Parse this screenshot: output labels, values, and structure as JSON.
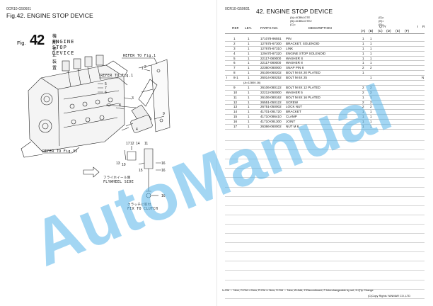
{
  "left": {
    "code": "0CR10-G50601",
    "title": "Fig.42.  ENGINE STOP DEVICE",
    "fig_prefix": "Fig.",
    "fig_number": "42",
    "fig_title_jp": "機関停止装置",
    "fig_title_en": "ENGINE STOP DEVICE",
    "callouts": {
      "refer_top": "REFER TO Fig.1",
      "refer_mid": "REFER TO Fig.1",
      "refer_bottom": "REFER TO Fig.32",
      "flywheel_jp": "フライホイール側",
      "flywheel_en": "FLYWHEEL SIDE",
      "clutch_jp": "クラッチに取付",
      "clutch_en": "FIX TO CLUTCH"
    },
    "part_numbers": [
      "1",
      "2",
      "3",
      "4",
      "5",
      "6",
      "7",
      "8",
      "9",
      "10",
      "11",
      "12",
      "13",
      "14",
      "15",
      "16",
      "17"
    ]
  },
  "right": {
    "code": "0CR10-G50601",
    "title": "42.  ENGINE STOP DEVICE",
    "variants_left": [
      "(A)=4CBM-GTE",
      "(B)=4CBM-GTE2",
      "(C)="
    ],
    "variants_right": [
      "(D)=",
      "(E)=",
      "(F)="
    ],
    "headers": {
      "ref": "REF.",
      "lev": "LEV.",
      "parts": "PARTS NO.",
      "desc": "DESCRIPTION",
      "qty": "QTY",
      "i": "I",
      "r": "R"
    },
    "qty_cols": [
      "(A)",
      "(B)",
      "(C)",
      "(D)",
      "(E)",
      "(F)"
    ],
    "rows": [
      {
        "i": "",
        "ref": "1",
        "lev": "1",
        "part": "171078-96551",
        "desc": "PIN",
        "a": "1",
        "b": "1",
        "r": ""
      },
      {
        "i": "",
        "ref": "2",
        "lev": "1",
        "part": "127675-67300",
        "desc": "BRACKET, SOLENOID",
        "a": "1",
        "b": "1",
        "r": ""
      },
      {
        "i": "",
        "ref": "3",
        "lev": "1",
        "part": "127675-67310",
        "desc": "LINK",
        "a": "1",
        "b": "1",
        "r": ""
      },
      {
        "i": "",
        "ref": "4",
        "lev": "1",
        "part": "129470-87320",
        "desc": "ENGINE STOP SOLENOID",
        "a": "1",
        "b": "1",
        "r": ""
      },
      {
        "i": "",
        "ref": "5",
        "lev": "1",
        "part": "22117-080000",
        "desc": "WASHER S",
        "a": "1",
        "b": "1",
        "r": ""
      },
      {
        "i": "",
        "ref": "6",
        "lev": "1",
        "part": "22117-080000",
        "desc": "WASHER 8",
        "a": "1",
        "b": "1",
        "r": ""
      },
      {
        "i": "",
        "ref": "7",
        "lev": "1",
        "part": "22360-080000",
        "desc": "SNAP PIN 8",
        "a": "2",
        "b": "2",
        "r": ""
      },
      {
        "i": "",
        "ref": "8",
        "lev": "1",
        "part": "26106-060202",
        "desc": "BOLT M 6X 20 PLATED",
        "a": "1",
        "b": "",
        "r": ""
      },
      {
        "i": "I",
        "ref": "8-1",
        "lev": "1",
        "part": "26014-060252",
        "desc": "BOLT M 6X 25",
        "a": "",
        "b": "1",
        "r": "N"
      },
      {
        "note": "(A=12800.16)"
      },
      {
        "i": "",
        "ref": "9",
        "lev": "1",
        "part": "26106-080122",
        "desc": "BOLT M 8X 12 PLATED",
        "a": "2",
        "b": "2",
        "r": ""
      },
      {
        "i": "",
        "ref": "10",
        "lev": "1",
        "part": "22212-050000",
        "desc": "WASHER 5",
        "a": "2",
        "b": "2",
        "r": ""
      },
      {
        "i": "",
        "ref": "11",
        "lev": "1",
        "part": "26106-080162",
        "desc": "BOLT M 8X 16 PLATED",
        "a": "1",
        "b": "1",
        "r": ""
      },
      {
        "i": "",
        "ref": "12",
        "lev": "1",
        "part": "26551-050122",
        "desc": "SCREW",
        "a": "2",
        "b": "2",
        "r": ""
      },
      {
        "i": "",
        "ref": "13",
        "lev": "1",
        "part": "26751-050002",
        "desc": "LOCK NUT",
        "a": "2",
        "b": "2",
        "r": ""
      },
      {
        "i": "",
        "ref": "14",
        "lev": "1",
        "part": "41701-091720",
        "desc": "BRACKET",
        "a": "1",
        "b": "1",
        "r": ""
      },
      {
        "i": "",
        "ref": "15",
        "lev": "1",
        "part": "41710-086410",
        "desc": "CLAMP",
        "a": "1",
        "b": "1",
        "r": ""
      },
      {
        "i": "",
        "ref": "16",
        "lev": "1",
        "part": "41710-091300",
        "desc": "JOINT",
        "a": "1",
        "b": "1",
        "r": ""
      },
      {
        "i": "",
        "ref": "17",
        "lev": "1",
        "part": "26366-060002",
        "desc": "NUT M 6",
        "a": "1",
        "b": "1",
        "r": ""
      }
    ],
    "footer_legend": "N:Old ⇔ New, O:Old ⇒ New, R:Old ⇐ New, S:Old ⇔ New, W:Add, Z:Discontinued, F:Interchangeable by set, K:Q'ty Change",
    "footer_copy": "(C)Copy Rights YANMAR CO.,LTD"
  },
  "watermark": {
    "text": "AutoManual",
    "color": "#58b6ea"
  }
}
